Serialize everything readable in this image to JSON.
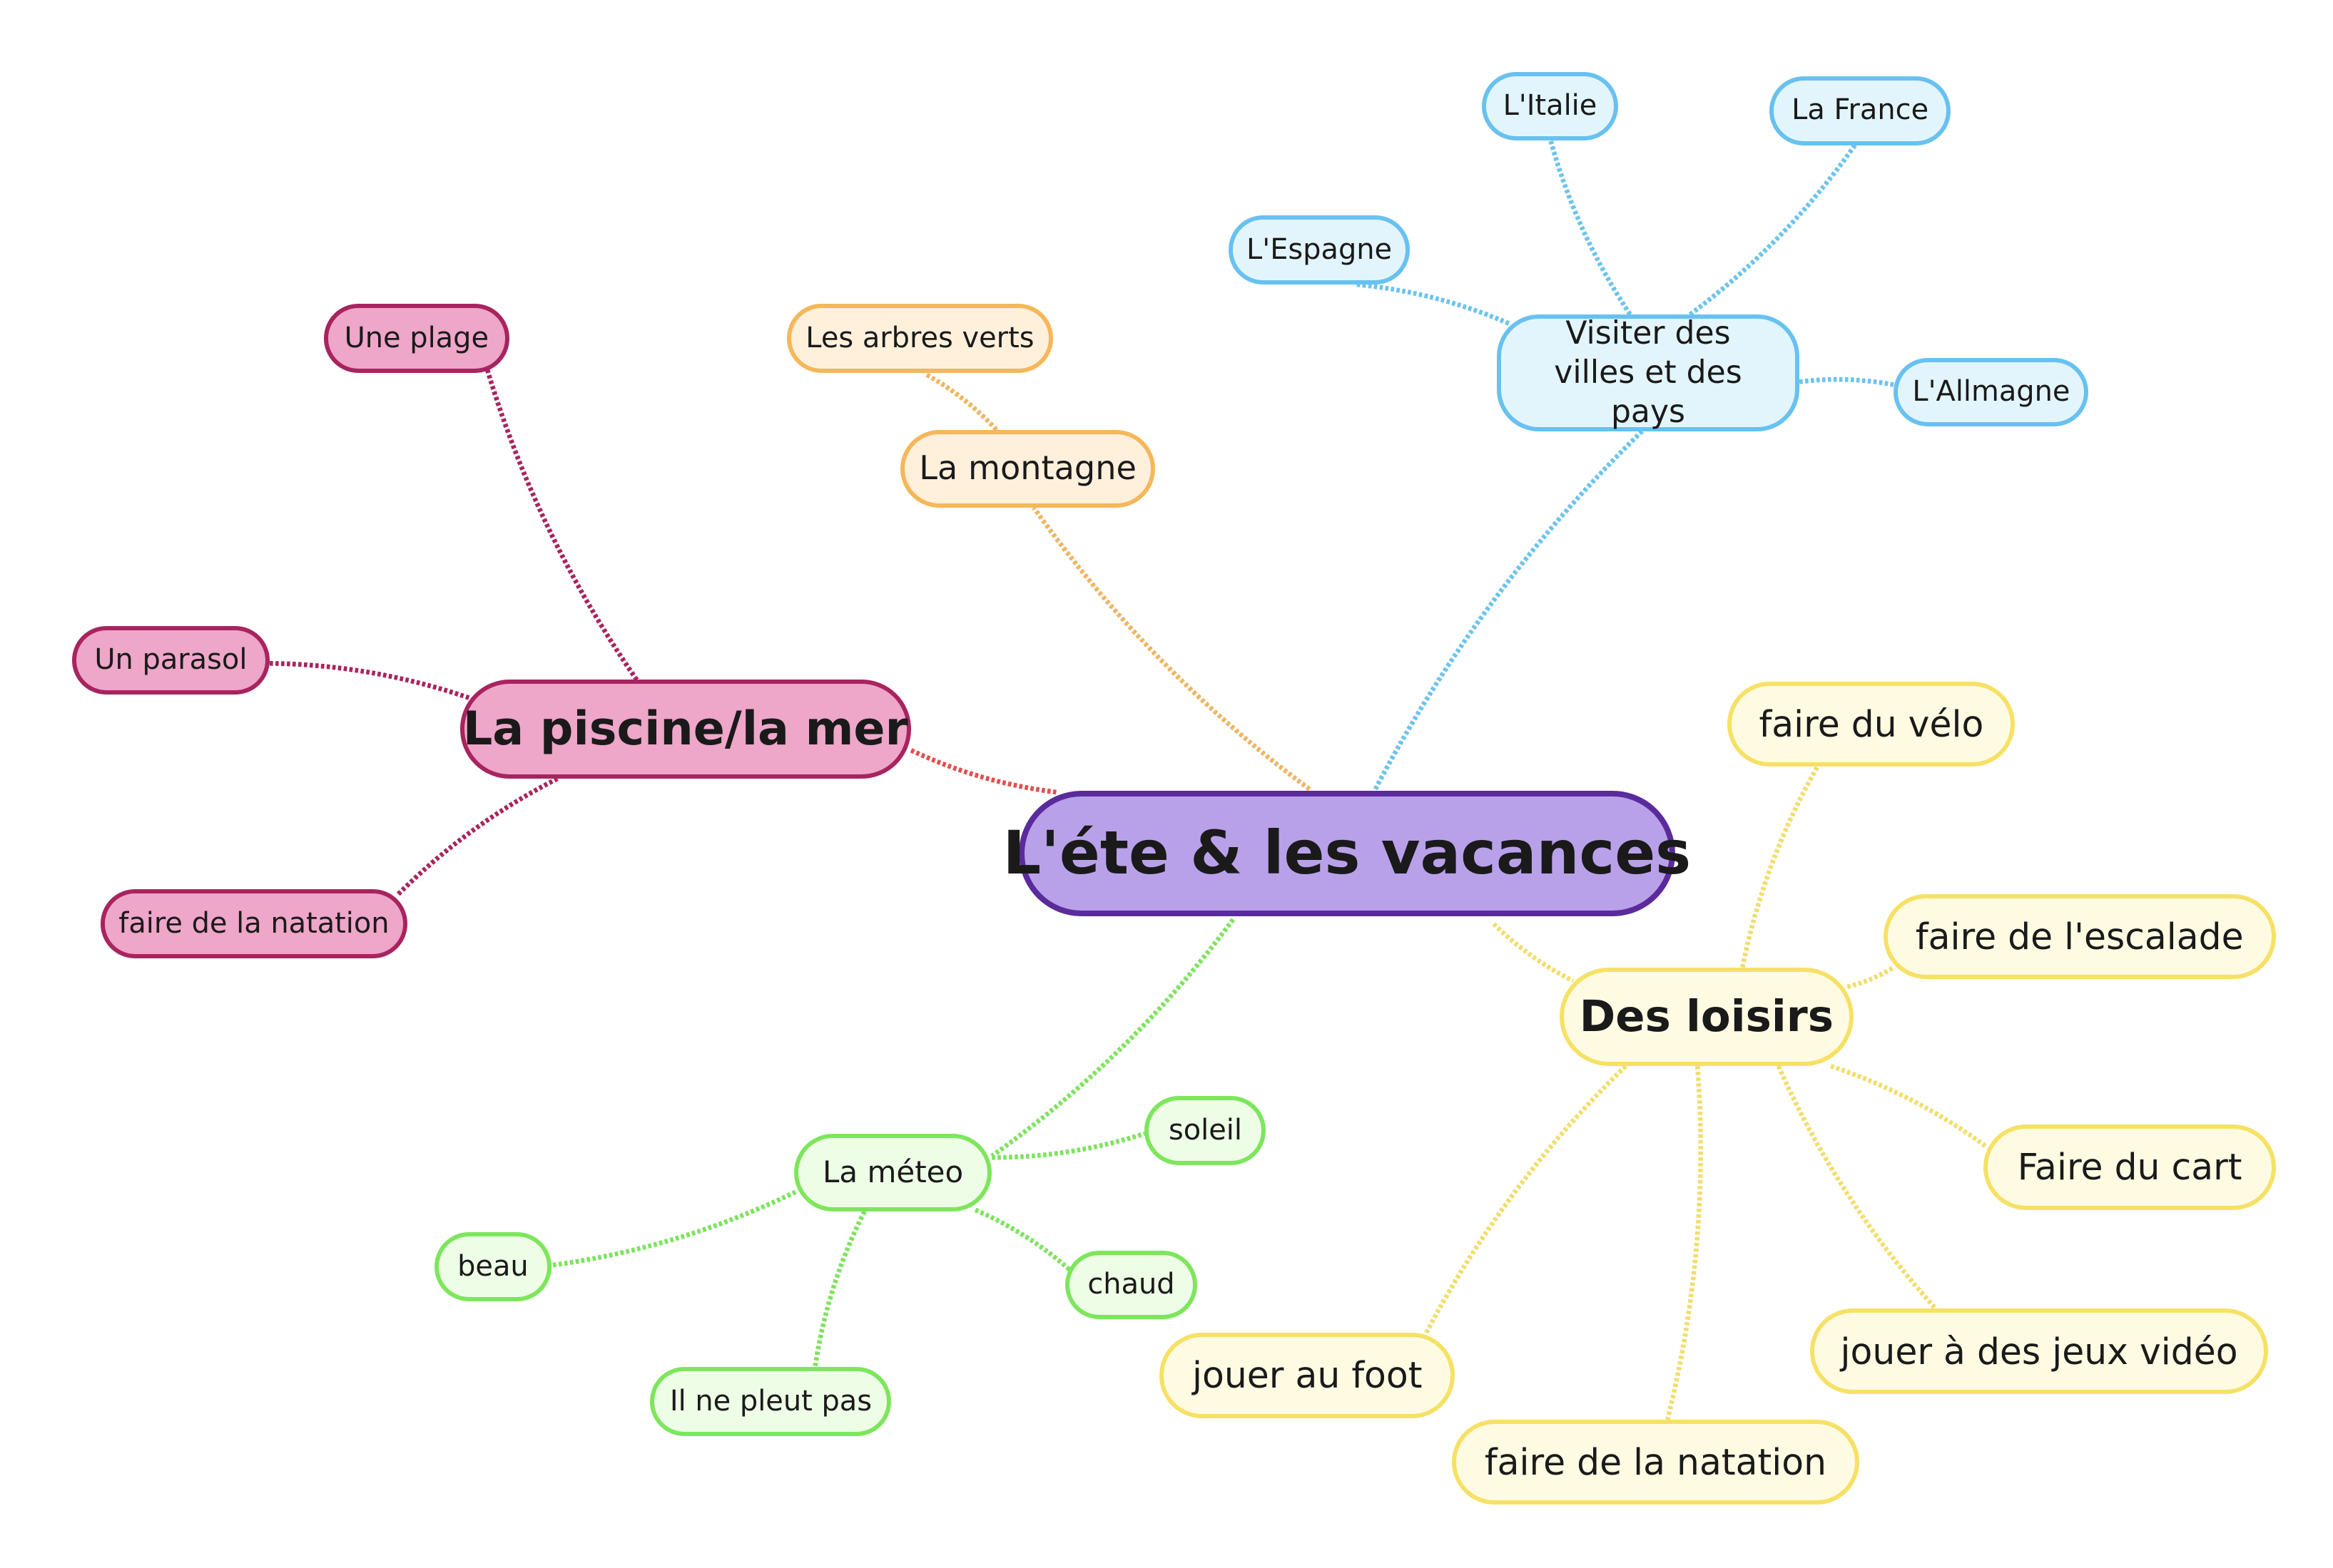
{
  "palette": {
    "root": {
      "fill": "#b9a1ea",
      "border": "#5b2b9c"
    },
    "pink": {
      "fill": "#eea6c9",
      "border": "#a8245f",
      "link": "#a8245f"
    },
    "red_link": "#e24f4f",
    "orange": {
      "fill": "#fff0dc",
      "border": "#f5b75a",
      "link": "#f1b460"
    },
    "blue": {
      "fill": "#e3f5fc",
      "border": "#68c1f0",
      "link": "#6cc3ef"
    },
    "yellow": {
      "fill": "#fffbe3",
      "border": "#f6e166",
      "link": "#f3dd6b"
    },
    "green": {
      "fill": "#eefde6",
      "border": "#7de65c",
      "link": "#7ee35e"
    }
  },
  "root": {
    "label": "L'éte & les vacances"
  },
  "branches": {
    "sea": {
      "label": "La piscine/la mer",
      "children": [
        "Une plage",
        "Un parasol",
        "faire de la natation"
      ]
    },
    "mountain": {
      "label": "La montagne",
      "children": [
        "Les arbres verts"
      ]
    },
    "travel": {
      "label": "Visiter des villes et des pays",
      "children": [
        "L'Italie",
        "La France",
        "L'Espagne",
        "L'Allmagne"
      ]
    },
    "leisure": {
      "label": "Des loisirs",
      "children": [
        "faire du vélo",
        "faire de l'escalade",
        "Faire du cart",
        "jouer à des jeux vidéo",
        "faire de la natation",
        "jouer au foot"
      ]
    },
    "weather": {
      "label": "La méteo",
      "children": [
        "soleil",
        "chaud",
        "Il ne pleut pas",
        "beau"
      ]
    }
  }
}
